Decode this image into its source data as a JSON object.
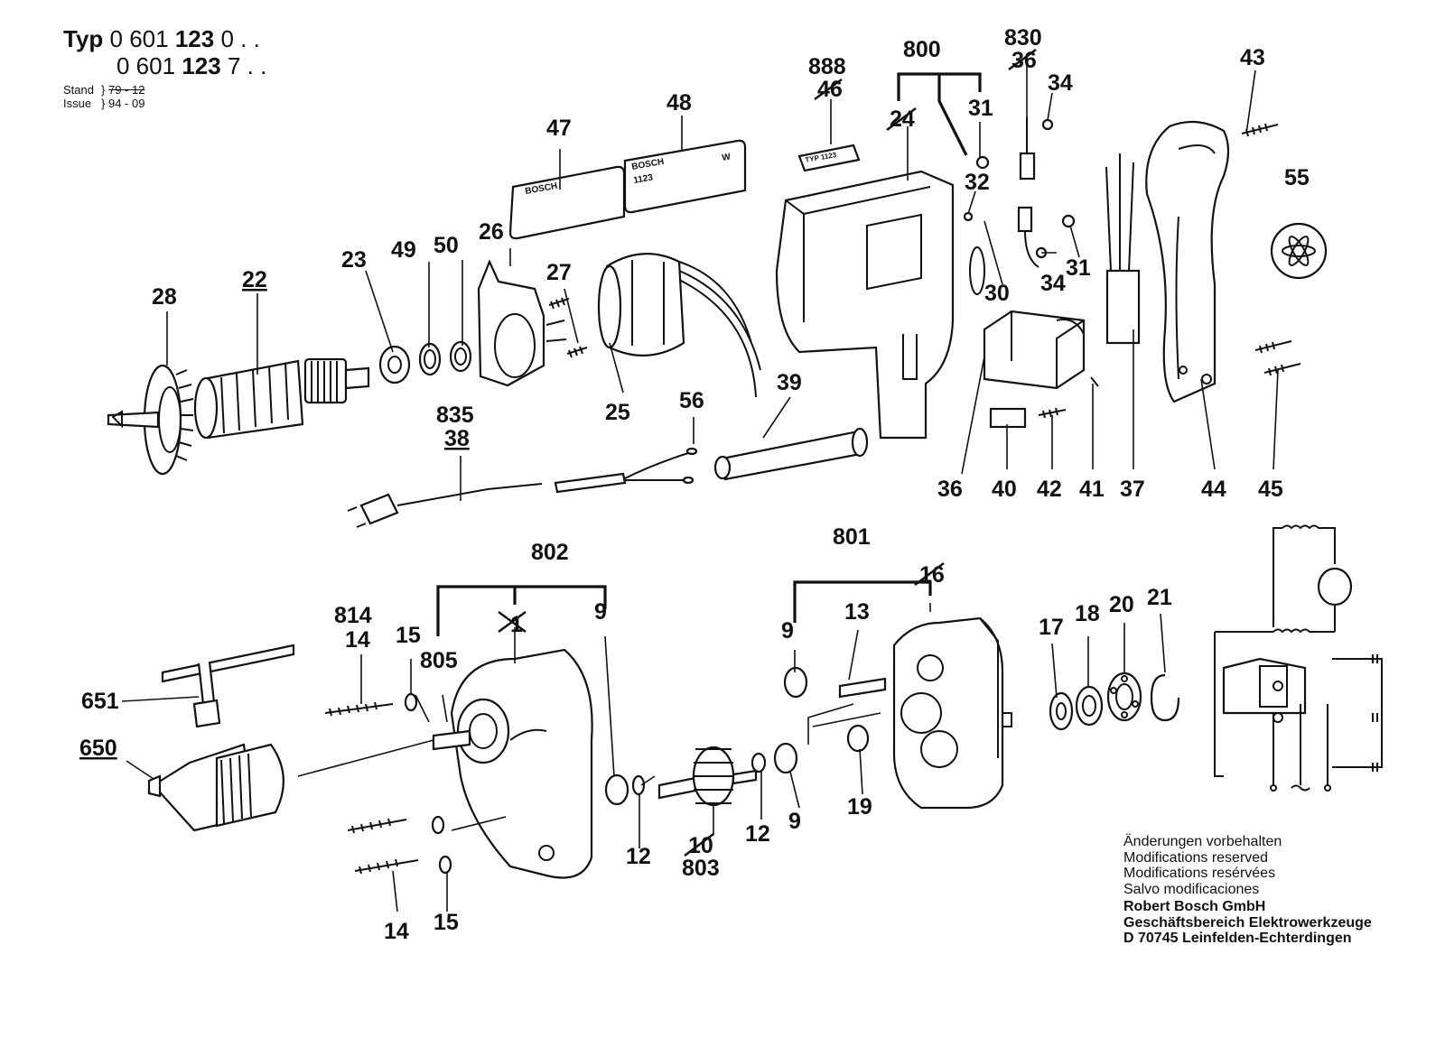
{
  "header": {
    "typ_label": "Typ",
    "type_lines": [
      {
        "prefix": "0 601",
        "bold": "123",
        "suffix": "0 . ."
      },
      {
        "prefix": "0 601",
        "bold": "123",
        "suffix": "7 . ."
      }
    ],
    "stand_label": "Stand",
    "stand_value": "79 - 12",
    "issue_label": "Issue",
    "issue_value": "94 - 09"
  },
  "nameplates": {
    "p47_text": "BOSCH",
    "p48_text": "BOSCH",
    "p48_code": "1123",
    "p48_mark": "W",
    "p888_text": "TYP 1123"
  },
  "labels": {
    "l43": "43",
    "l55": "55",
    "l830": "830",
    "l36x": "36",
    "l34a": "34",
    "l800": "800",
    "l888": "888",
    "l46": "46",
    "l31a": "31",
    "l24": "24",
    "l32": "32",
    "l48": "48",
    "l47": "47",
    "l30": "30",
    "l34b": "34",
    "l31b": "31",
    "l26": "26",
    "l23": "23",
    "l49": "49",
    "l50": "50",
    "l22": "22",
    "l28": "28",
    "l27": "27",
    "l25": "25",
    "l56": "56",
    "l39": "39",
    "l835": "835",
    "l38": "38",
    "l36": "36",
    "l40": "40",
    "l42": "42",
    "l41": "41",
    "l37": "37",
    "l44": "44",
    "l45": "45",
    "l802": "802",
    "l801": "801",
    "l814": "814",
    "l14a": "14",
    "l15a": "15",
    "l805": "805",
    "l1": "1",
    "l9a": "9",
    "l16": "16",
    "l13": "13",
    "l9b": "9",
    "l17": "17",
    "l18": "18",
    "l20": "20",
    "l21": "21",
    "l651": "651",
    "l650": "650",
    "l12a": "12",
    "l10": "10",
    "l803": "803",
    "l12b": "12",
    "l9c": "9",
    "l19": "19",
    "l14b": "14",
    "l15b": "15"
  },
  "notes": {
    "line1": "Änderungen vorbehalten",
    "line2": "Modifications reserved",
    "line3": "Modifications resérvées",
    "line4": "Salvo modificaciones",
    "company": "Robert Bosch GmbH",
    "division": "Geschäftsbereich Elektrowerkzeuge",
    "address": "D 70745 Leinfelden-Echterdingen"
  }
}
